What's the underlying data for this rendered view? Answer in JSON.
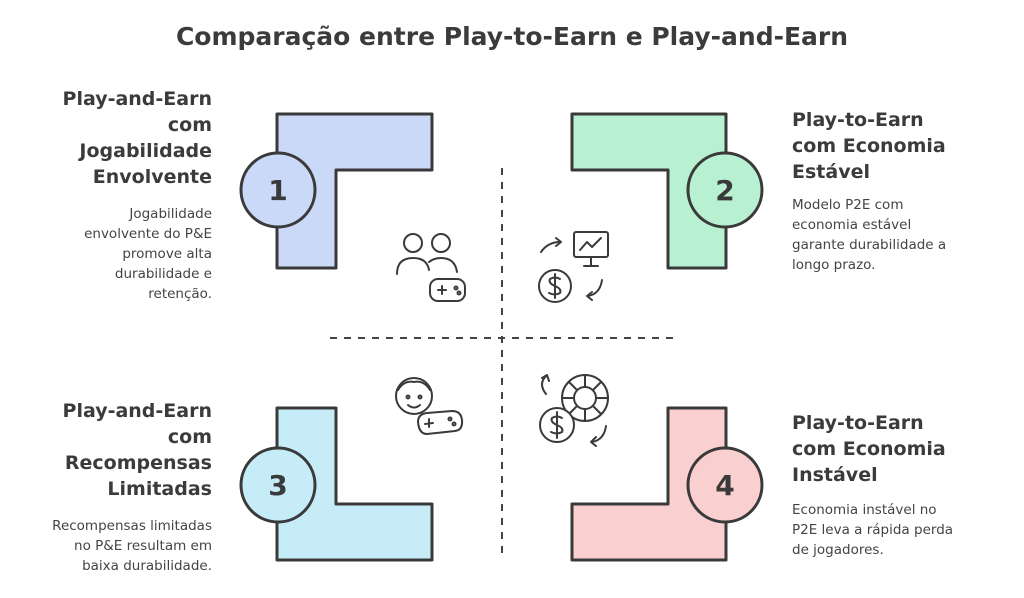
{
  "title": "Comparação entre Play-to-Earn e Play-and-Earn",
  "quadrants": [
    {
      "number": "1",
      "heading_lines": [
        "Play-and-Earn",
        "com",
        "Jogabilidade",
        "Envolvente"
      ],
      "description_lines": [
        "Jogabilidade",
        "envolvente do P&E",
        "promove alta",
        "durabilidade e",
        "retenção."
      ],
      "color": "#c9d9f7",
      "icon": "users-gamepad-icon"
    },
    {
      "number": "2",
      "heading_lines": [
        "Play-to-Earn",
        "com Economia",
        "Estável"
      ],
      "description_lines": [
        "Modelo P2E com",
        "economia estável",
        "garante durabilidade a",
        "longo prazo."
      ],
      "color": "#b8f0d2",
      "icon": "stable-economy-icon"
    },
    {
      "number": "3",
      "heading_lines": [
        "Play-and-Earn",
        "com",
        "Recompensas",
        "Limitadas"
      ],
      "description_lines": [
        "Recompensas limitadas",
        "no P&E resultam em",
        "baixa durabilidade."
      ],
      "color": "#c6ecf8",
      "icon": "player-gamepad-icon"
    },
    {
      "number": "4",
      "heading_lines": [
        "Play-to-Earn",
        "com Economia",
        "Instável"
      ],
      "description_lines": [
        "Economia instável no",
        "P2E leva a rápida perda",
        "de jogadores."
      ],
      "color": "#f9cfd0",
      "icon": "unstable-economy-icon"
    }
  ]
}
